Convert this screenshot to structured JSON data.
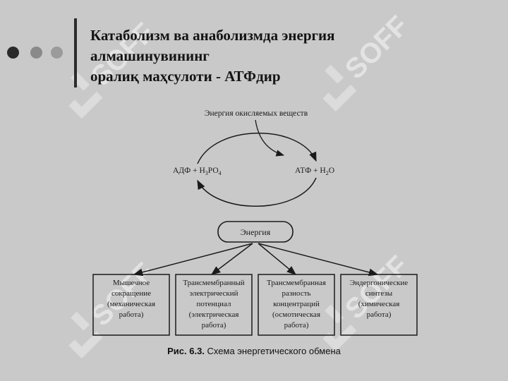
{
  "slide": {
    "title_lines": [
      "Катаболизм ва анаболизмда энергия",
      "алмашинувининг",
      "оралиқ маҳсулоти - АТФдир"
    ]
  },
  "watermark": {
    "text": "SOFF",
    "color": "#e3e3e3",
    "logo_color": "#dcdcdc"
  },
  "decor": {
    "dot_colors": [
      "#2a2a2a",
      "#8a8a8a",
      "#9b9b9b"
    ]
  },
  "diagram": {
    "top_label": "Энергия окисляемых веществ",
    "left_formula": {
      "main": "АДФ + Н",
      "sub1": "3",
      "mid": "РО",
      "sub2": "4"
    },
    "right_formula": {
      "main": "АТФ + Н",
      "sub1": "2",
      "mid": "О"
    },
    "energy_label": "Энергия",
    "boxes": [
      [
        "Мышечное",
        "сокращение",
        "(механическая",
        "работа)"
      ],
      [
        "Трансмембранный",
        "электрический",
        "потенциал",
        "(электрическая",
        "работа)"
      ],
      [
        "Трансмембранная",
        "разность",
        "концентраций",
        "(осмотическая",
        "работа)"
      ],
      [
        "Эндергонические",
        "синтезы",
        "(химическая",
        "работа)"
      ]
    ]
  },
  "caption": {
    "label": "Рис. 6.3.",
    "text": "Схема энергетического обмена"
  }
}
